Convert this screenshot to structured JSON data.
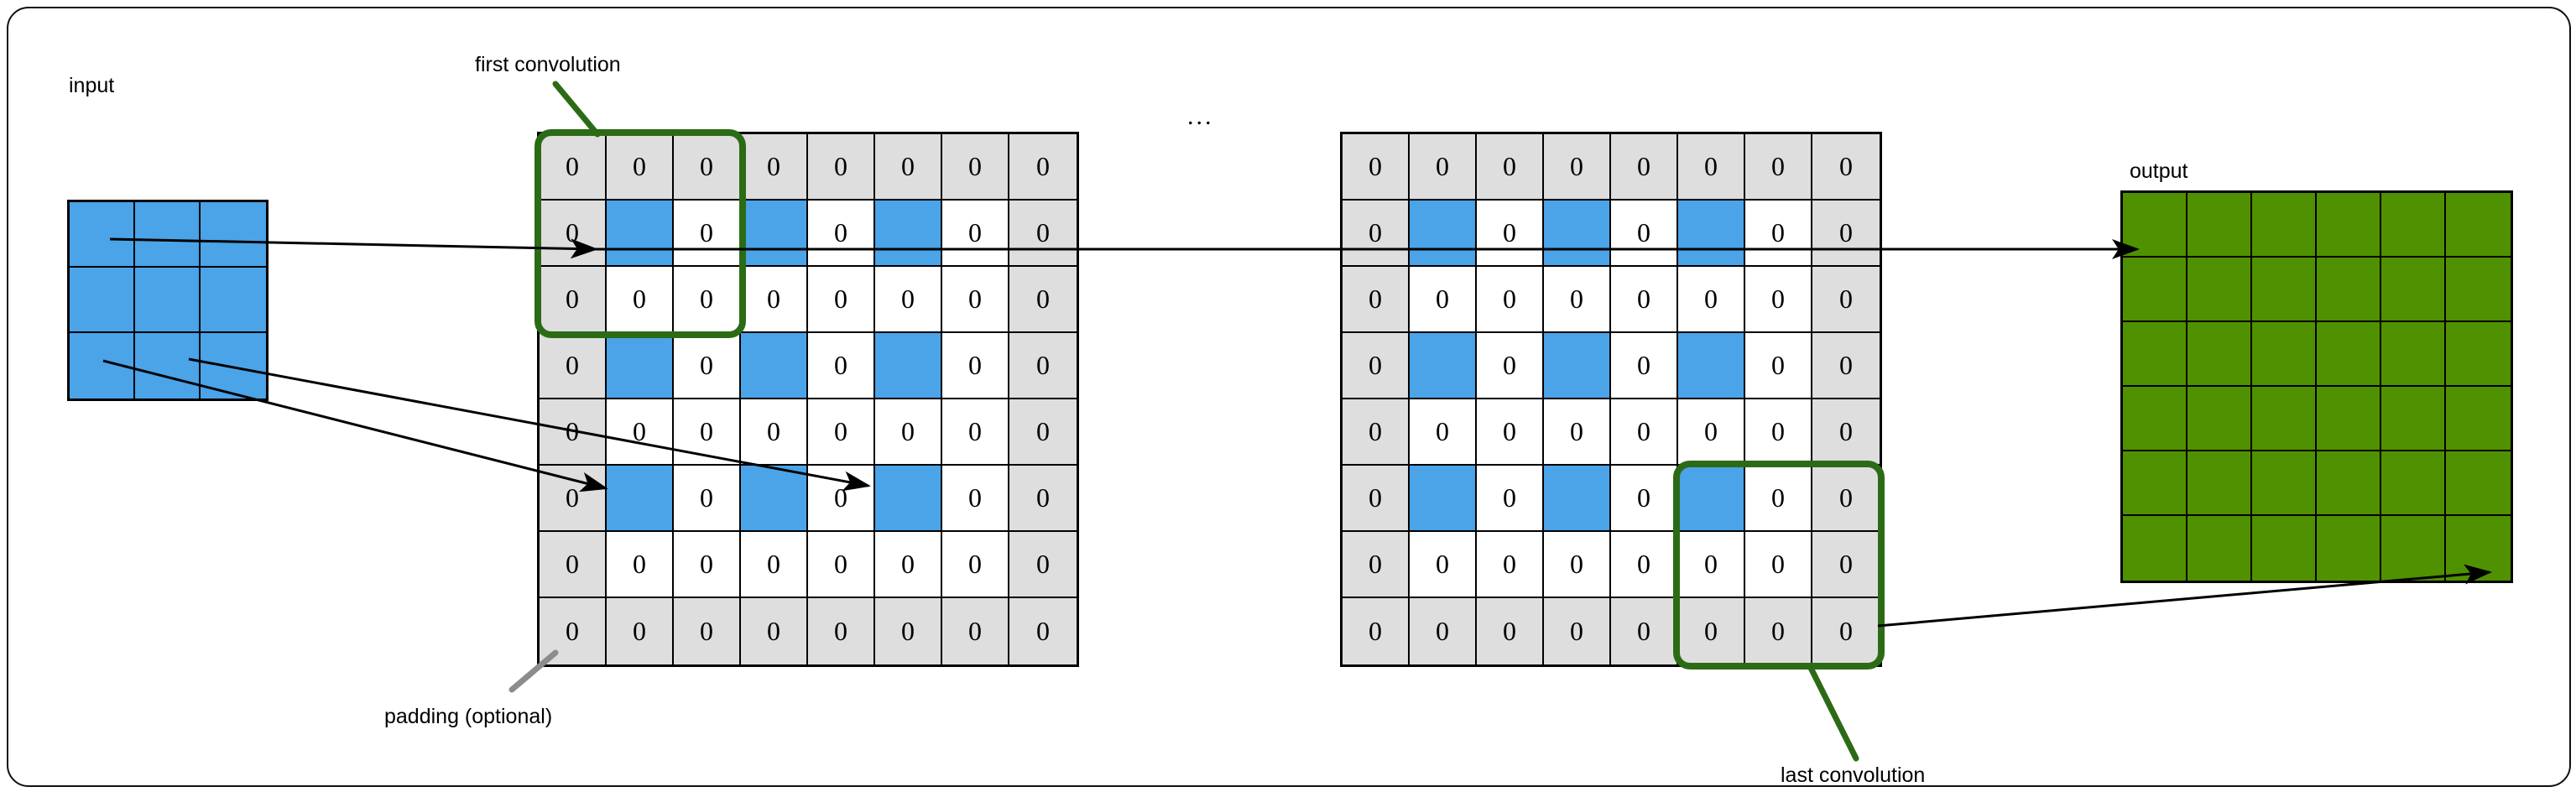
{
  "diagram": {
    "title_labels": {
      "input": "input",
      "output": "output",
      "first_convolution": "first convolution",
      "last_convolution": "last convolution",
      "padding": "padding (optional)",
      "ellipsis": "..."
    },
    "colors": {
      "blue": "#4BA3E8",
      "green": "#4F9100",
      "padding_gray": "#dedede",
      "annotation_green": "#2C6B16",
      "padding_leader_gray": "#8c8c8c",
      "stroke": "#000000",
      "white": "#ffffff"
    },
    "input_grid": {
      "rows": 3,
      "cols": 3,
      "fill": "blue",
      "cells": [
        [
          "",
          "",
          ""
        ],
        [
          "",
          "",
          ""
        ],
        [
          "",
          "",
          ""
        ]
      ]
    },
    "output_grid": {
      "rows": 6,
      "cols": 6,
      "fill": "green",
      "cells": [
        [
          "",
          "",
          "",
          "",
          "",
          ""
        ],
        [
          "",
          "",
          "",
          "",
          "",
          ""
        ],
        [
          "",
          "",
          "",
          "",
          "",
          ""
        ],
        [
          "",
          "",
          "",
          "",
          "",
          ""
        ],
        [
          "",
          "",
          "",
          "",
          "",
          ""
        ],
        [
          "",
          "",
          "",
          "",
          "",
          ""
        ]
      ]
    },
    "feature_map_rows": 8,
    "feature_map_cols": 8,
    "feature_map_values": [
      [
        "0",
        "0",
        "0",
        "0",
        "0",
        "0",
        "0",
        "0"
      ],
      [
        "0",
        "",
        "0",
        "",
        "0",
        "",
        "0",
        "0"
      ],
      [
        "0",
        "0",
        "0",
        "0",
        "0",
        "0",
        "0",
        "0"
      ],
      [
        "0",
        "",
        "0",
        "",
        "0",
        "",
        "0",
        "0"
      ],
      [
        "0",
        "0",
        "0",
        "0",
        "0",
        "0",
        "0",
        "0"
      ],
      [
        "0",
        "",
        "0",
        "",
        "0",
        "",
        "0",
        "0"
      ],
      [
        "0",
        "0",
        "0",
        "0",
        "0",
        "0",
        "0",
        "0"
      ],
      [
        "0",
        "0",
        "0",
        "0",
        "0",
        "0",
        "0",
        "0"
      ]
    ],
    "feature_map_styles": [
      [
        "pad",
        "pad",
        "pad",
        "pad",
        "pad",
        "pad",
        "pad",
        "pad"
      ],
      [
        "pad",
        "blue",
        "white",
        "blue",
        "white",
        "blue",
        "white",
        "pad"
      ],
      [
        "pad",
        "white",
        "white",
        "white",
        "white",
        "white",
        "white",
        "pad"
      ],
      [
        "pad",
        "blue",
        "white",
        "blue",
        "white",
        "blue",
        "white",
        "pad"
      ],
      [
        "pad",
        "white",
        "white",
        "white",
        "white",
        "white",
        "white",
        "pad"
      ],
      [
        "pad",
        "blue",
        "white",
        "blue",
        "white",
        "blue",
        "white",
        "pad"
      ],
      [
        "pad",
        "white",
        "white",
        "white",
        "white",
        "white",
        "white",
        "pad"
      ],
      [
        "pad",
        "pad",
        "pad",
        "pad",
        "pad",
        "pad",
        "pad",
        "pad"
      ]
    ],
    "first_convolution_window": {
      "row_start": 0,
      "row_end": 2,
      "col_start": 0,
      "col_end": 2
    },
    "last_convolution_window": {
      "row_start": 5,
      "row_end": 7,
      "col_start": 5,
      "col_end": 7
    }
  }
}
